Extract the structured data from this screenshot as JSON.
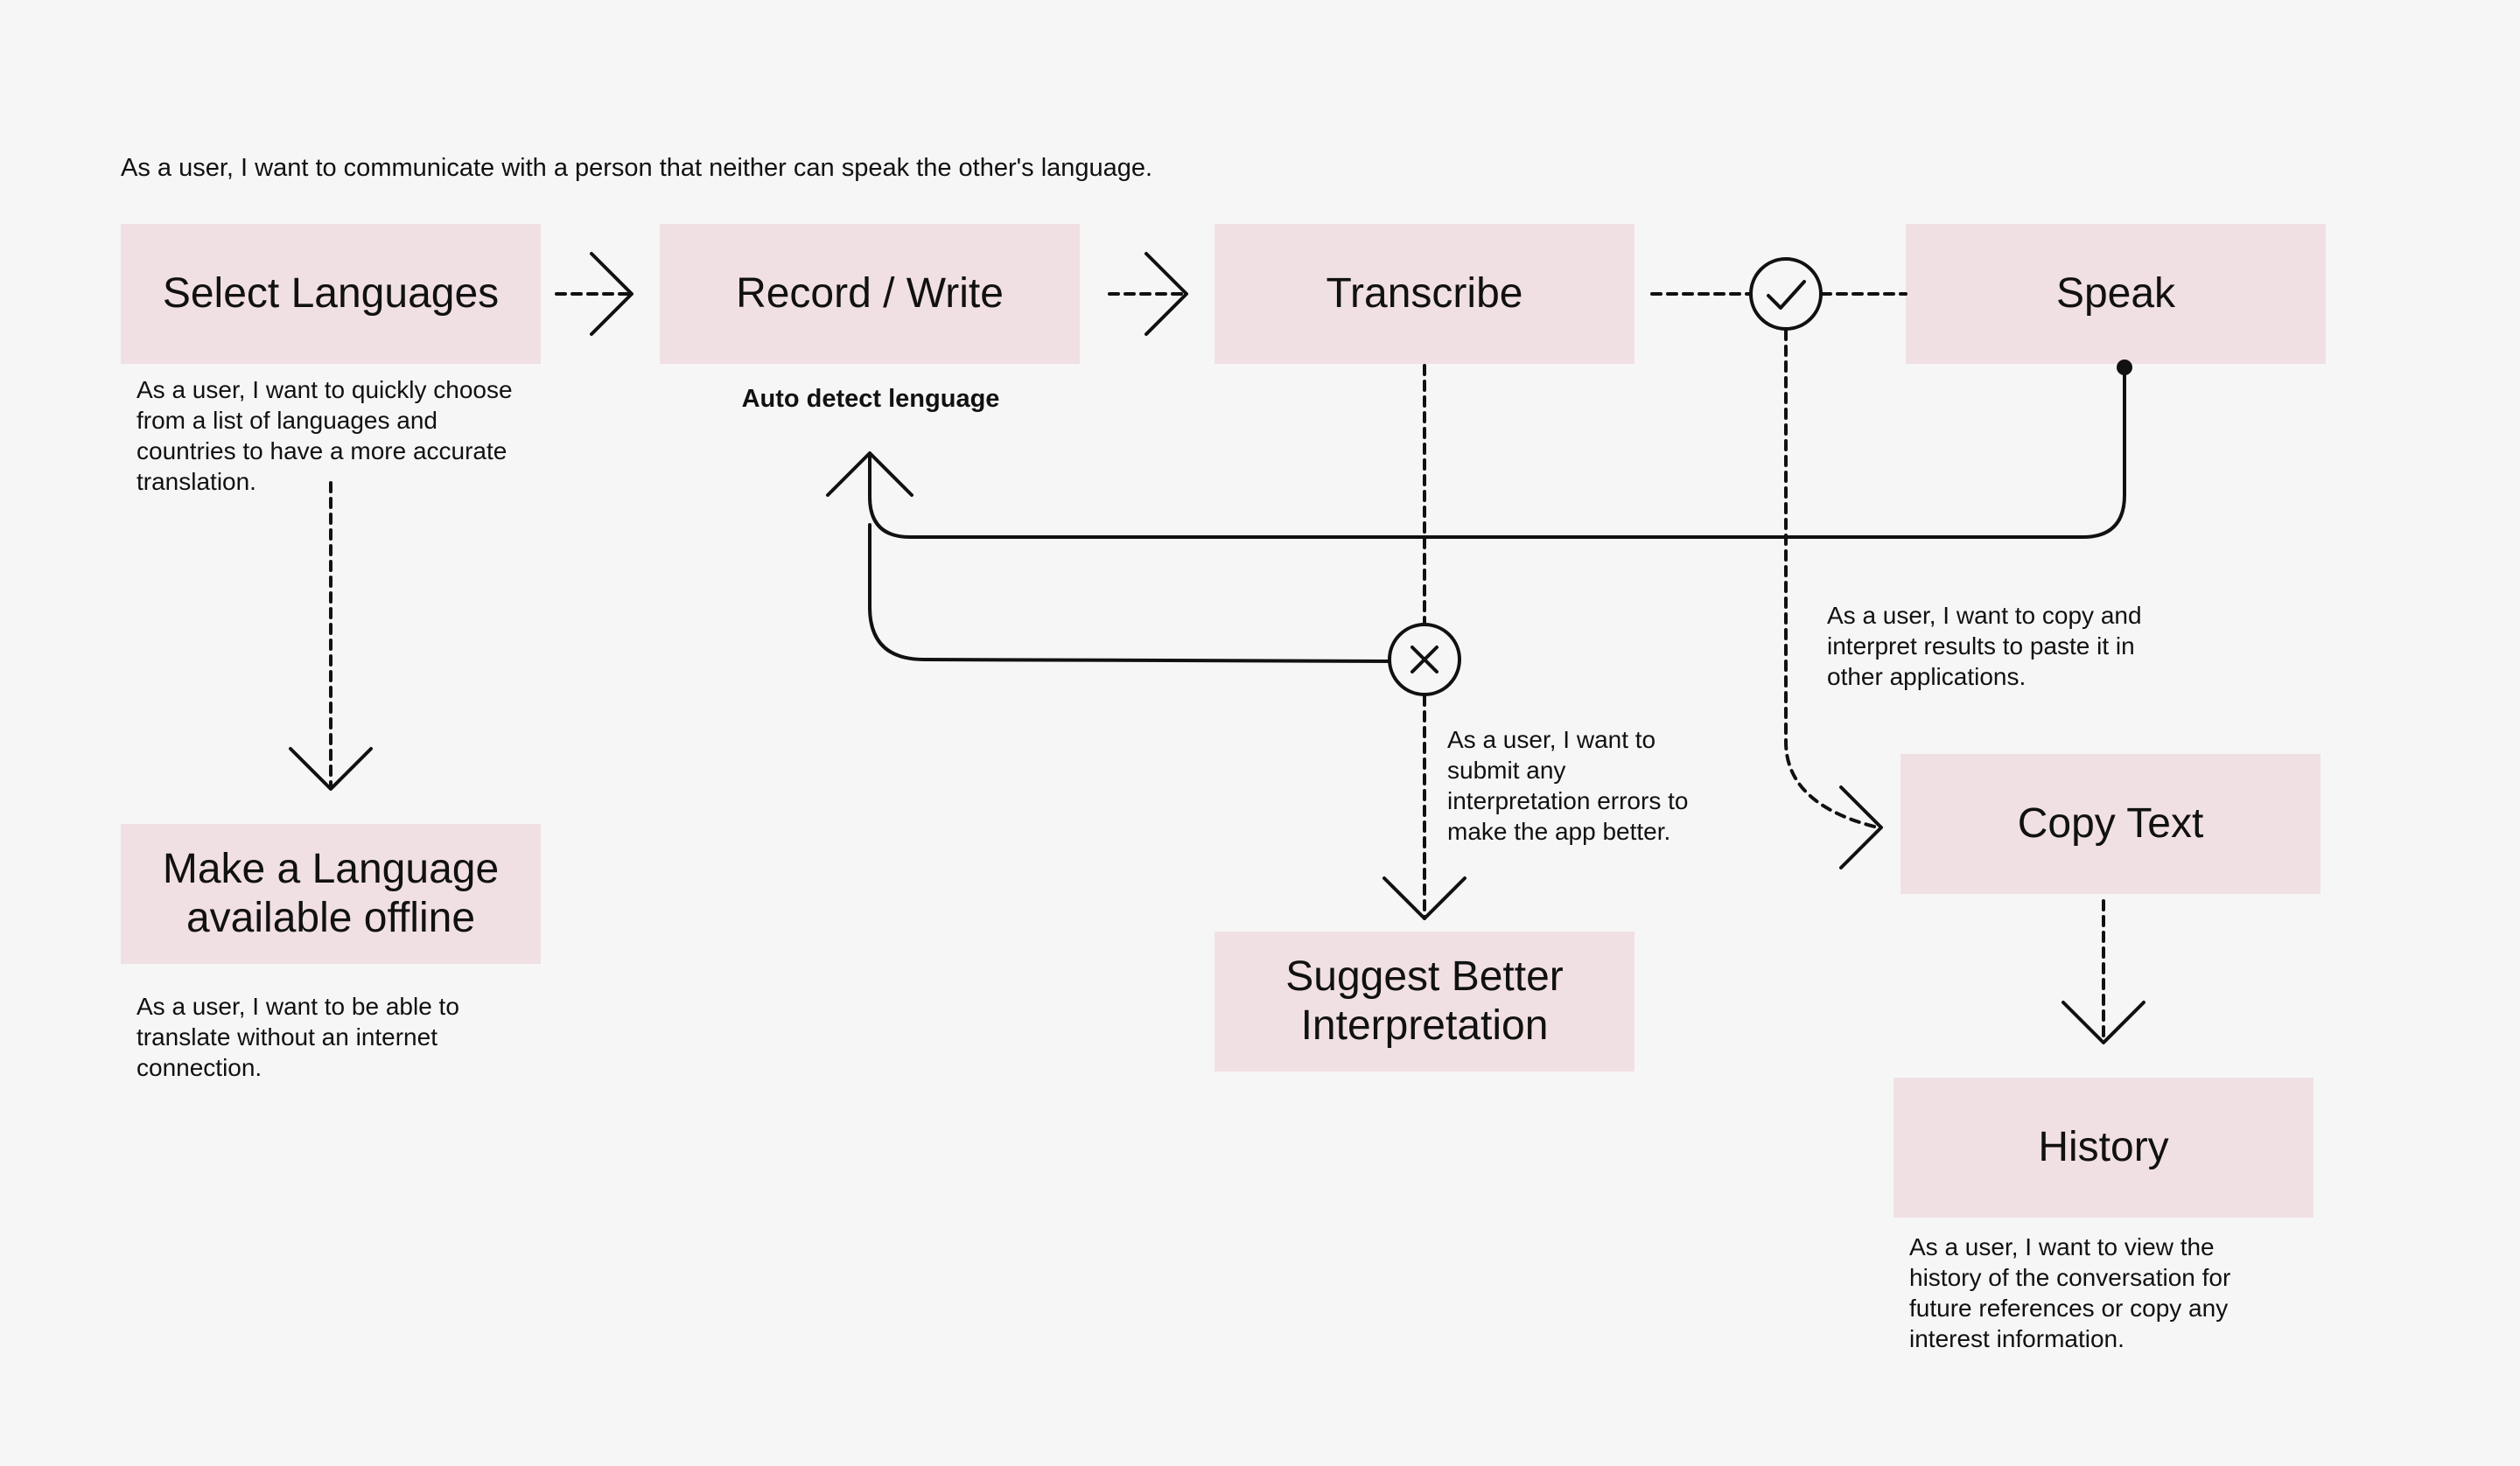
{
  "intro": "As a user, I want to communicate with a person that neither can speak the other's language.",
  "nodes": {
    "select_languages": "Select Languages",
    "record_write": "Record / Write",
    "transcribe": "Transcribe",
    "speak": "Speak",
    "offline": "Make a Language\navailable offline",
    "suggest": "Suggest Better\nInterpretation",
    "copy_text": "Copy Text",
    "history": "History"
  },
  "notes": {
    "auto_detect": "Auto detect lenguage",
    "select_languages": "As a user, I want to quickly choose\nfrom a list of languages and\ncountries to have a more accurate\ntranslation.",
    "offline": "As a user, I want to be able to\ntranslate without an internet\nconnection.",
    "suggest": "As a user, I want to\nsubmit any\ninterpretation errors to\nmake the app better.",
    "copy_text": "As a user, I want to copy and\ninterpret results to paste it in\nother applications.",
    "history": "As a user, I want to view the\nhistory of the conversation for\nfuture references or copy any\ninterest information."
  },
  "colors": {
    "background": "#f6f6f6",
    "node_fill": "#f1e0e3",
    "line": "#111111"
  },
  "icons": {
    "approve": "check-circle-icon",
    "reject": "close-circle-icon"
  }
}
